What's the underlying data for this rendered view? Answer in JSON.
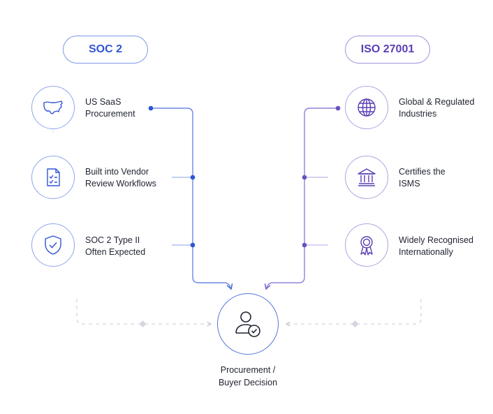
{
  "colors": {
    "soc_accent": "#2f55d4",
    "iso_accent": "#5a3fb3",
    "text": "#1f2330"
  },
  "soc": {
    "title": "SOC 2",
    "items": [
      {
        "icon": "us-map-icon",
        "label": "US SaaS\nProcurement"
      },
      {
        "icon": "document-checklist-icon",
        "label": "Built into Vendor\nReview Workflows"
      },
      {
        "icon": "shield-check-icon",
        "label": "SOC 2 Type II\nOften Expected"
      }
    ]
  },
  "iso": {
    "title": "ISO 27001",
    "items": [
      {
        "icon": "globe-icon",
        "label": "Global & Regulated\nIndustries"
      },
      {
        "icon": "institution-building-icon",
        "label": "Certifies the\nISMS"
      },
      {
        "icon": "award-ribbon-icon",
        "label": "Widely Recognised\nInternationally"
      }
    ]
  },
  "decision": {
    "icon": "user-check-icon",
    "label": "Procurement /\nBuyer Decision"
  }
}
